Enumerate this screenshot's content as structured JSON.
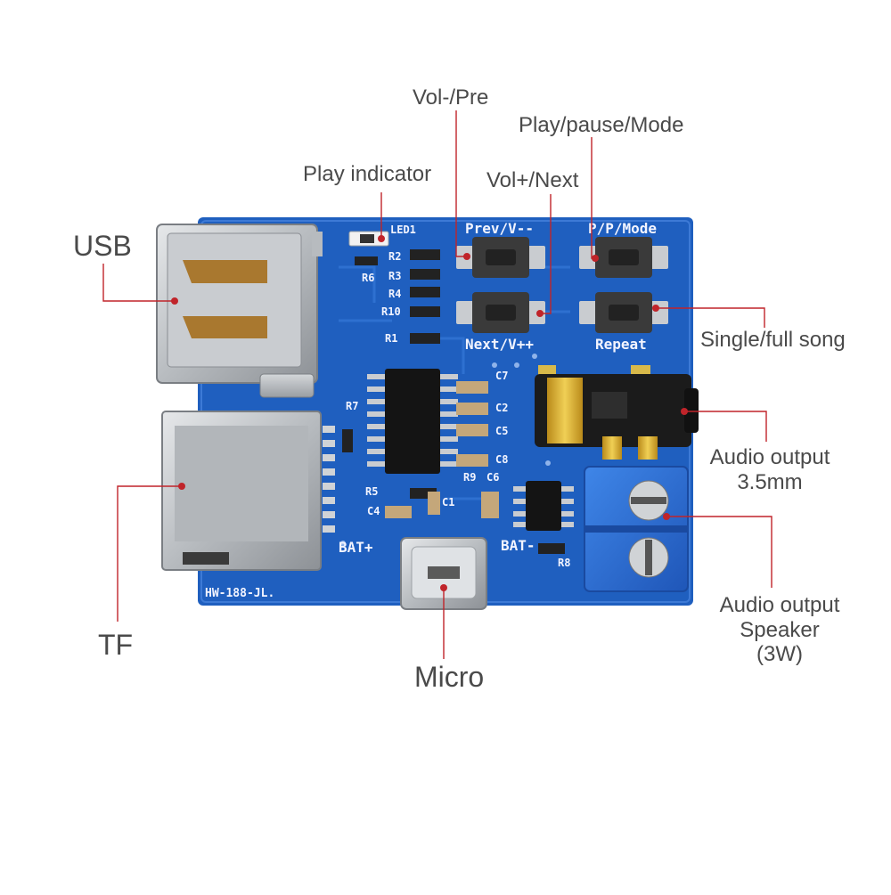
{
  "callouts": {
    "usb": "USB",
    "tf": "TF",
    "micro": "Micro",
    "play_indicator": "Play indicator",
    "vol_minus_pre": "Vol-/Pre",
    "play_pause_mode": "Play/pause/Mode",
    "vol_plus_next": "Vol+/Next",
    "single_full_song": "Single/full song",
    "audio_35_line1": "Audio output",
    "audio_35_line2": "3.5mm",
    "speaker_line1": "Audio output",
    "speaker_line2": "Speaker",
    "speaker_line3": "(3W)"
  },
  "silkscreen": {
    "led1": "LED1",
    "prev": "Prev/V--",
    "pp_mode": "P/P/Mode",
    "next": "Next/V++",
    "repeat": "Repeat",
    "bat_plus": "BAT+",
    "bat_minus": "BAT-",
    "board_id": "HW-188-JL.",
    "r2": "R2",
    "r3": "R3",
    "r4": "R4",
    "r10": "R10",
    "r1": "R1",
    "r6": "R6",
    "r7": "R7",
    "r5": "R5",
    "r8": "R8",
    "r9": "R9",
    "c7": "C7",
    "c2": "C2",
    "c5": "C5",
    "c8": "C8",
    "c6": "C6",
    "c4": "C4",
    "c1": "C1"
  },
  "colors": {
    "pcb": "#1f5fbf",
    "leader": "#c0242a",
    "terminal": "#2a6fd6"
  }
}
